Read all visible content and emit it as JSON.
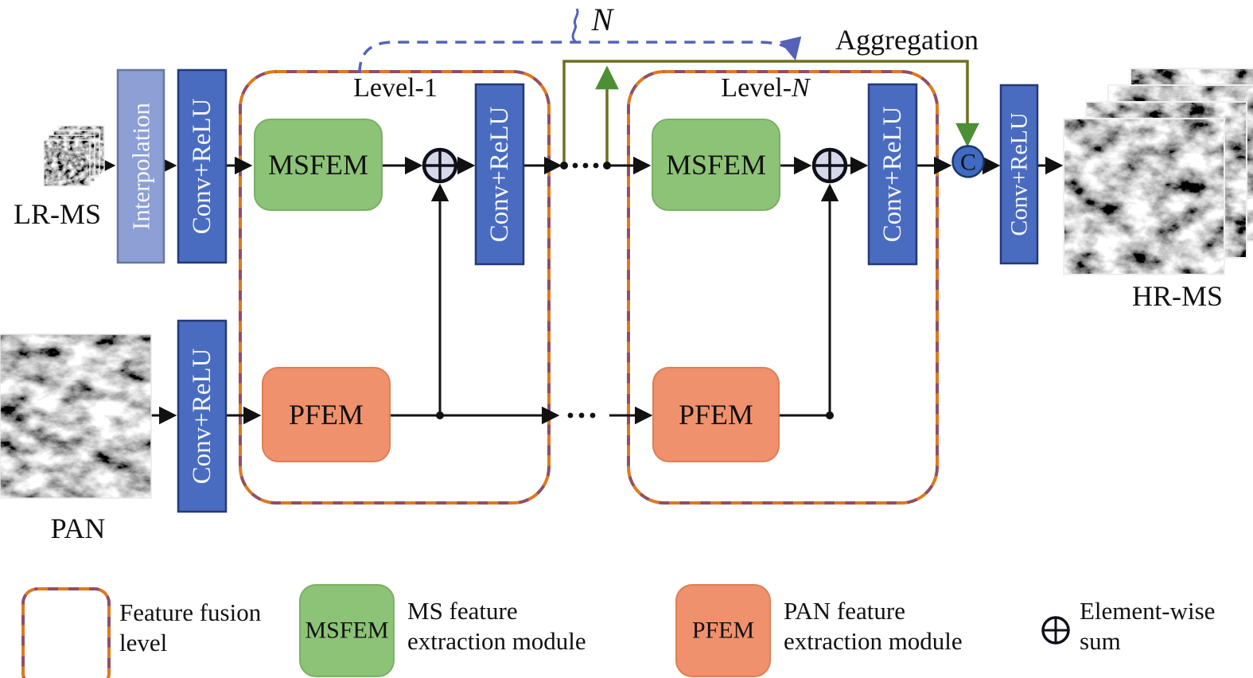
{
  "figure": {
    "repeat_n": "N",
    "aggregation": "Aggregation",
    "level1": "Level-1",
    "level_prefix": "Level-",
    "level_n_italic": "N",
    "lr_ms": "LR-MS",
    "pan": "PAN",
    "hr_ms": "HR-MS",
    "interpolation": "Interpolation",
    "conv_relu": "Conv+ReLU",
    "msfem": "MSFEM",
    "pfem": "PFEM",
    "concat": "C"
  },
  "legend": {
    "feature_fusion_line1": "Feature fusion",
    "feature_fusion_line2": "level",
    "msfem_label": "MSFEM",
    "msfem_desc_line1": "MS feature",
    "msfem_desc_line2": "extraction module",
    "pfem_label": "PFEM",
    "pfem_desc_line1": "PAN feature",
    "pfem_desc_line2": "extraction module",
    "sum_desc_line1": "Element-wise",
    "sum_desc_line2": "sum"
  },
  "colors": {
    "conv_blue": "#4a6cc0",
    "conv_blue_edge": "#24397a",
    "interp_blue": "#8d9fd4",
    "interp_blue_edge": "#66779f",
    "msfem_green": "#8cc377",
    "msfem_green_edge": "#7ab064",
    "pfem_salmon": "#f0916d",
    "pfem_salmon_edge": "#dd7f54",
    "concat_blue": "#3f6cc2",
    "concat_blue_edge": "#1f3568",
    "sum_fill": "#d6d8ea",
    "aggregation_olive": "#6f6f23",
    "arrow_green": "#4d8f35",
    "dash_orange": "#dd7a1e",
    "dash_purple": "#8f4f63",
    "n_bracket_blue": "#5562b8",
    "aggregation_text_green": "#3c7d28"
  }
}
